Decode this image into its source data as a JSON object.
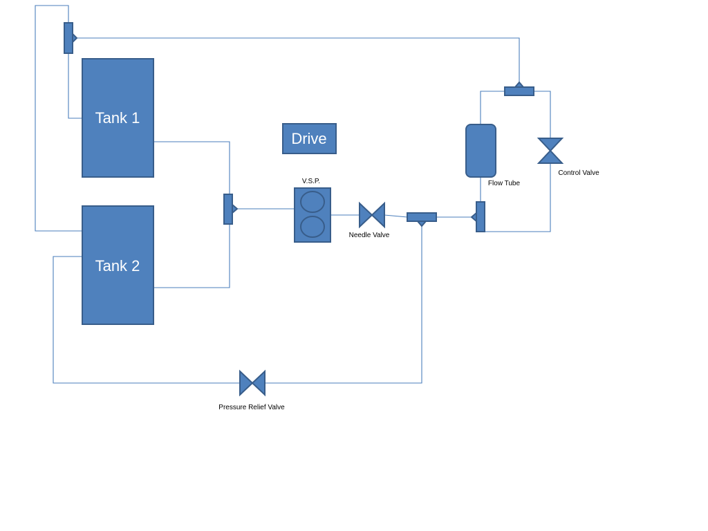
{
  "diagram": {
    "colors": {
      "fill": "#4f81bd",
      "stroke": "#385d8a",
      "pipe": "#4a7ebb",
      "background": "#ffffff"
    },
    "labels": {
      "tank1": "Tank 1",
      "tank2": "Tank 2",
      "drive": "Drive",
      "vsp": "V.S.P.",
      "needle_valve": "Needle Valve",
      "flow_tube": "Flow Tube",
      "control_valve": "Control Valve",
      "pressure_relief_valve": "Pressure Relief Valve"
    }
  }
}
